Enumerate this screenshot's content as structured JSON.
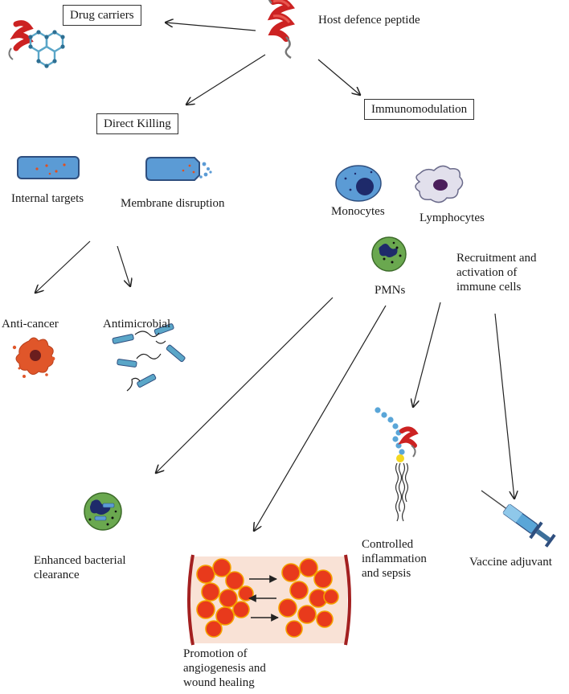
{
  "nodes": {
    "host_defence_peptide": "Host defence peptide",
    "drug_carriers": "Drug carriers",
    "direct_killing": "Direct Killing",
    "immunomodulation": "Immunomodulation",
    "internal_targets": "Internal targets",
    "membrane_disruption": "Membrane disruption",
    "monocytes": "Monocytes",
    "lymphocytes": "Lymphocytes",
    "pmns": "PMNs",
    "recruitment": [
      "Recruitment and",
      "activation of",
      "immune cells"
    ],
    "anti_cancer": "Anti-cancer",
    "antimicrobial": "Antimicrobial",
    "enhanced_clearance": [
      "Enhanced bacterial",
      "clearance"
    ],
    "angiogenesis": [
      "Promotion of",
      "angiogenesis and",
      "wound healing"
    ],
    "inflammation": [
      "Controlled",
      "inflammation",
      "and sepsis"
    ],
    "vaccine_adjuvant": "Vaccine adjuvant"
  },
  "icons": [
    "peptide-helix-icon",
    "drug-molecule-icon",
    "bacterium-internal-icon",
    "bacterium-disrupted-icon",
    "monocyte-icon",
    "lymphocyte-icon",
    "pmn-icon",
    "cancer-cell-icon",
    "antimicrobial-bacteria-icon",
    "pmn-engulfing-icon",
    "lipopolysaccharide-icon",
    "syringe-icon",
    "wound-tissue-icon"
  ],
  "colors": {
    "peptide": "#d8322b",
    "bacterium": "#5b9bd5",
    "pmn": "#6aa84f",
    "cancer": "#e0562a",
    "tissue": "#e83a1c",
    "vessel": "#a32020"
  }
}
